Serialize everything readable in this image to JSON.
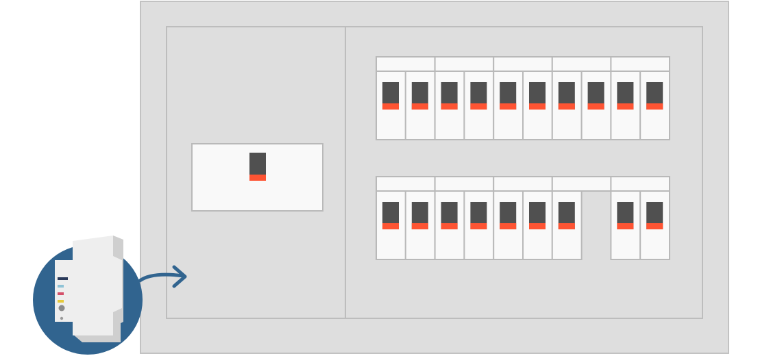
{
  "colors": {
    "panel_fill": "#dedede",
    "panel_stroke": "#c2c2c2",
    "inner_stroke": "#bdbdbd",
    "module_fill": "#f9f9f9",
    "module_stroke": "#b9b9b9",
    "toggle_dark": "#505050",
    "toggle_accent": "#fe5433",
    "device_circle": "#31648f",
    "device_body": "#eeeeee",
    "device_shadow": "#cfcfcf",
    "arrow": "#31648f"
  },
  "main_breaker": {
    "state": "on"
  },
  "breaker_rows": [
    {
      "row": "top",
      "slots": [
        true,
        true,
        true,
        true,
        true,
        true,
        true,
        true,
        true,
        true
      ]
    },
    {
      "row": "bottom",
      "slots": [
        true,
        true,
        true,
        true,
        true,
        true,
        true,
        false,
        true,
        true
      ]
    }
  ],
  "smart_device": {
    "icon": "smart-meter-module-icon",
    "leds": [
      "#2a3a5a",
      "#8fc3d6",
      "#d4506a",
      "#e5c93a"
    ]
  },
  "arrow": {
    "icon": "curved-arrow-right-icon",
    "direction": "into-panel"
  }
}
